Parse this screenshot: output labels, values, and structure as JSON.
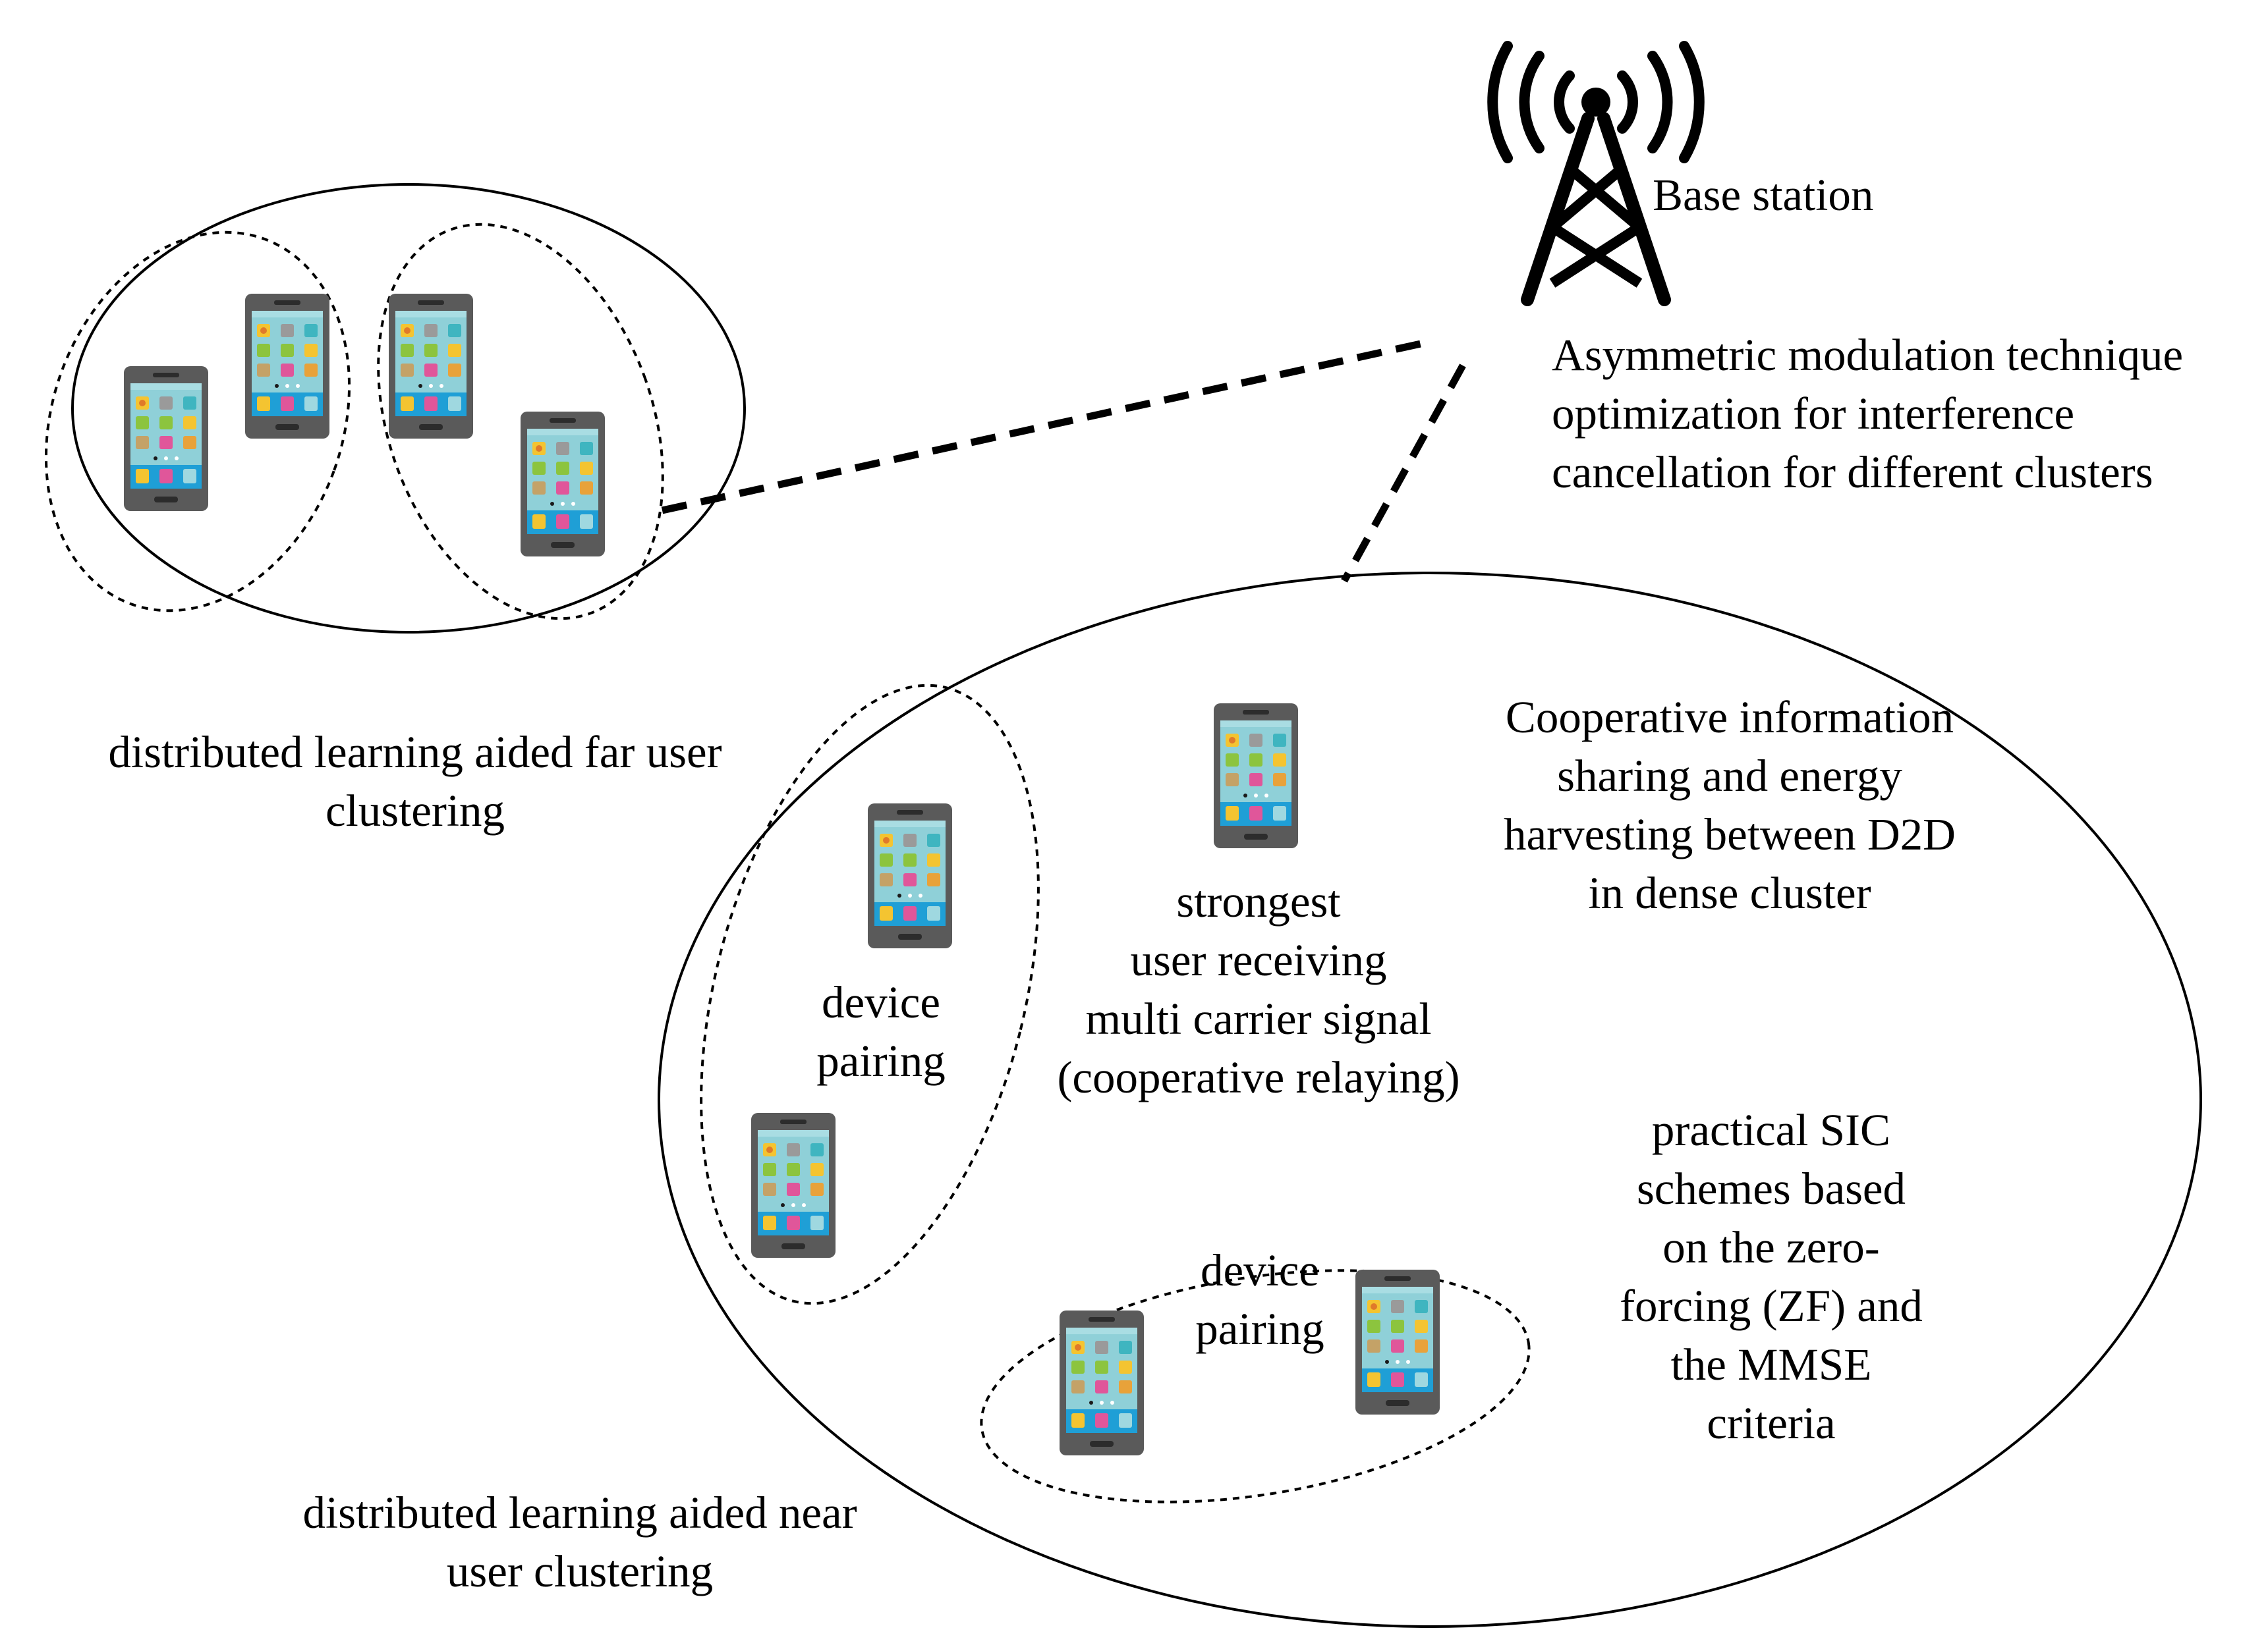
{
  "diagram": {
    "base_station": {
      "icon": "cell-tower-icon",
      "label": "Base station"
    },
    "base_station_note": {
      "lines": [
        "Asymmetric modulation technique",
        "optimization for interference",
        "cancellation for different clusters"
      ]
    },
    "far_cluster": {
      "caption_lines": [
        "distributed learning aided far user",
        "clustering"
      ]
    },
    "near_cluster": {
      "caption_lines": [
        "distributed learning aided near",
        "user clustering"
      ],
      "cooperative_note_lines": [
        "Cooperative information",
        "sharing and energy",
        "harvesting between D2D",
        "in dense cluster"
      ],
      "strongest_user_lines": [
        "strongest",
        "user receiving",
        "multi carrier signal",
        "(cooperative relaying)"
      ],
      "pairing_left_lines": [
        "device",
        "pairing"
      ],
      "pairing_bottom_lines": [
        "device",
        "pairing"
      ],
      "sic_note_lines": [
        "practical SIC",
        "schemes based",
        "on the zero-",
        "forcing (ZF) and",
        "the MMSE",
        "criteria"
      ]
    },
    "phone_icon": "smartphone-icon",
    "colors": {
      "line": "#000000",
      "phone_body": "#5a5a5a",
      "screen_top": "#8fd0d8",
      "screen_dock": "#1f9fd6",
      "app_yellow": "#f4c431",
      "app_green": "#8cc43e",
      "app_teal": "#3fb5c0",
      "app_gray": "#9a9a9a",
      "app_orange": "#e8a23a",
      "app_pink": "#e0569a",
      "app_tan": "#c4a267"
    }
  }
}
